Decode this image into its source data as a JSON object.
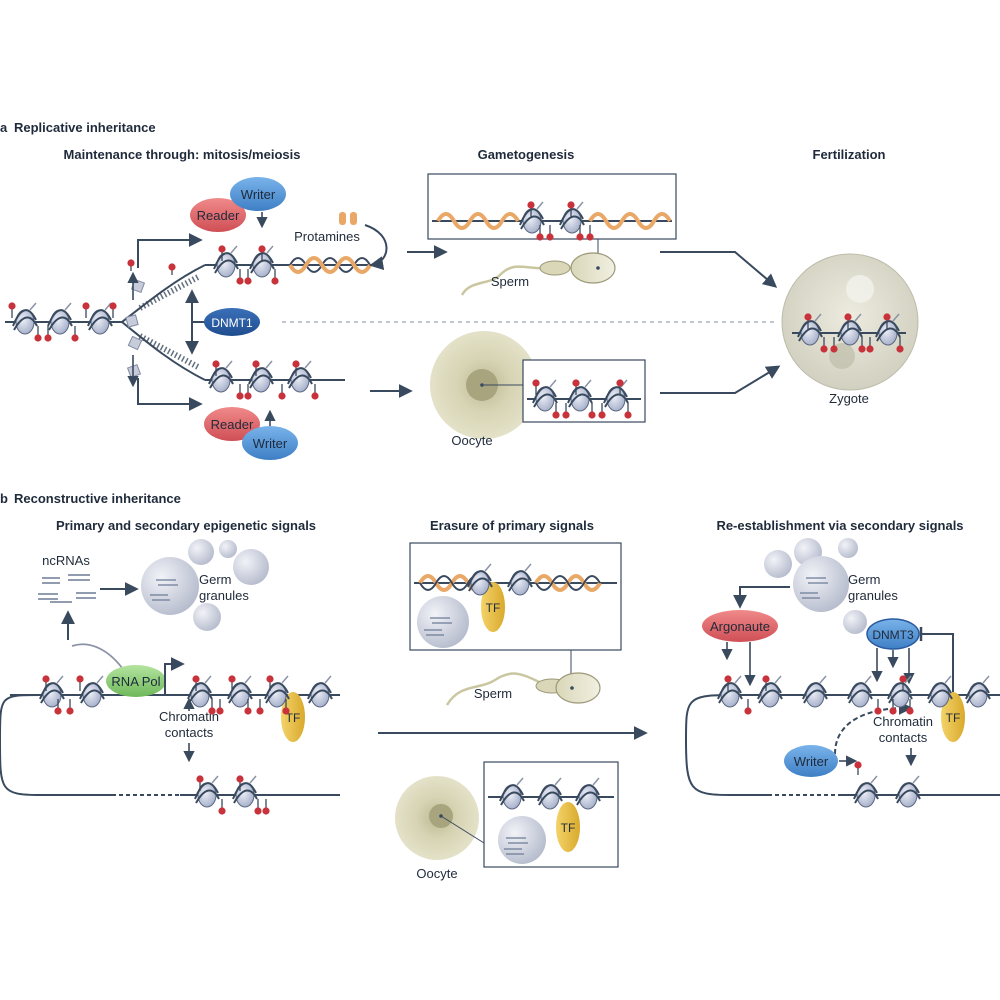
{
  "panel_a": {
    "letter": "a",
    "title": "Replicative inheritance",
    "col1_title": "Maintenance through: mitosis/meiosis",
    "col2_title": "Gametogenesis",
    "col3_title": "Fertilization",
    "writer_top": "Writer",
    "reader_top": "Reader",
    "protamines": "Protamines",
    "dnmt1": "DNMT1",
    "reader_bottom": "Reader",
    "writer_bottom": "Writer",
    "sperm": "Sperm",
    "oocyte": "Oocyte",
    "zygote": "Zygote"
  },
  "panel_b": {
    "letter": "b",
    "title": "Reconstructive inheritance",
    "col1_title": "Primary and secondary epigenetic signals",
    "col2_title": "Erasure of primary signals",
    "col3_title": "Re-establishment via secondary signals",
    "ncrnas": "ncRNAs",
    "germ_line1": "Germ",
    "germ_line2": "granules",
    "rna_pol": "RNA Pol",
    "chromatin_line1": "Chromatin",
    "chromatin_line2": "contacts",
    "tf": "TF",
    "sperm": "Sperm",
    "oocyte": "Oocyte",
    "argonaute": "Argonaute",
    "dnmt3": "DNMT3",
    "writer": "Writer"
  },
  "colors": {
    "line": "#3a4a5e",
    "methyl": "#c8323a",
    "reader": "#e06a6a",
    "writer": "#4f92d6",
    "dnmt": "#2a5aa0",
    "tf": "#e8c044",
    "rnapol": "#8fcf7a",
    "protamine": "#e9a868",
    "granule": "#c8ccda",
    "egg": "#d9d6b2"
  }
}
